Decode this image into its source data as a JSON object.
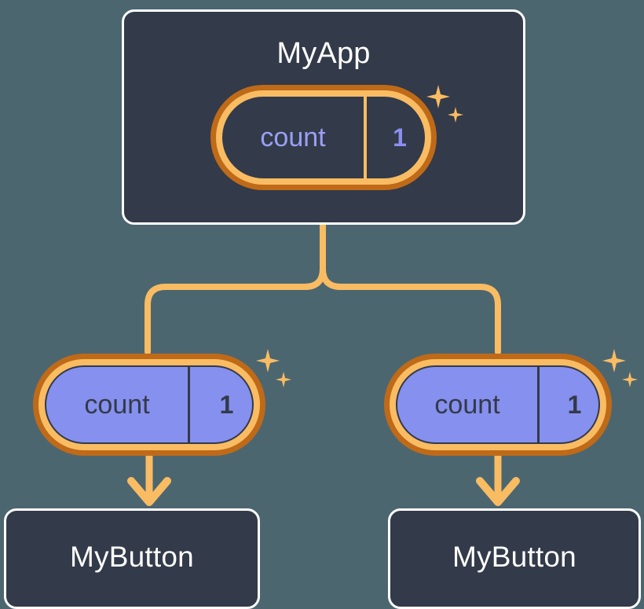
{
  "diagram": {
    "type": "component-state-tree",
    "background_color": "#4c6670",
    "accent_orange_dark": "#bf6a18",
    "accent_orange_light": "#f9bc63",
    "node_fill": "#333a49",
    "node_border": "#ffffff",
    "state_purple": "#8690ee",
    "state_text_purple": "#9aa0f6"
  },
  "root": {
    "title": "MyApp",
    "state": {
      "key": "count",
      "value": "1"
    }
  },
  "children": [
    {
      "state": {
        "key": "count",
        "value": "1"
      },
      "title": "MyButton"
    },
    {
      "state": {
        "key": "count",
        "value": "1"
      },
      "title": "MyButton"
    }
  ],
  "icons": {
    "sparkle_large": "sparkle-icon",
    "sparkle_small": "sparkle-icon"
  }
}
